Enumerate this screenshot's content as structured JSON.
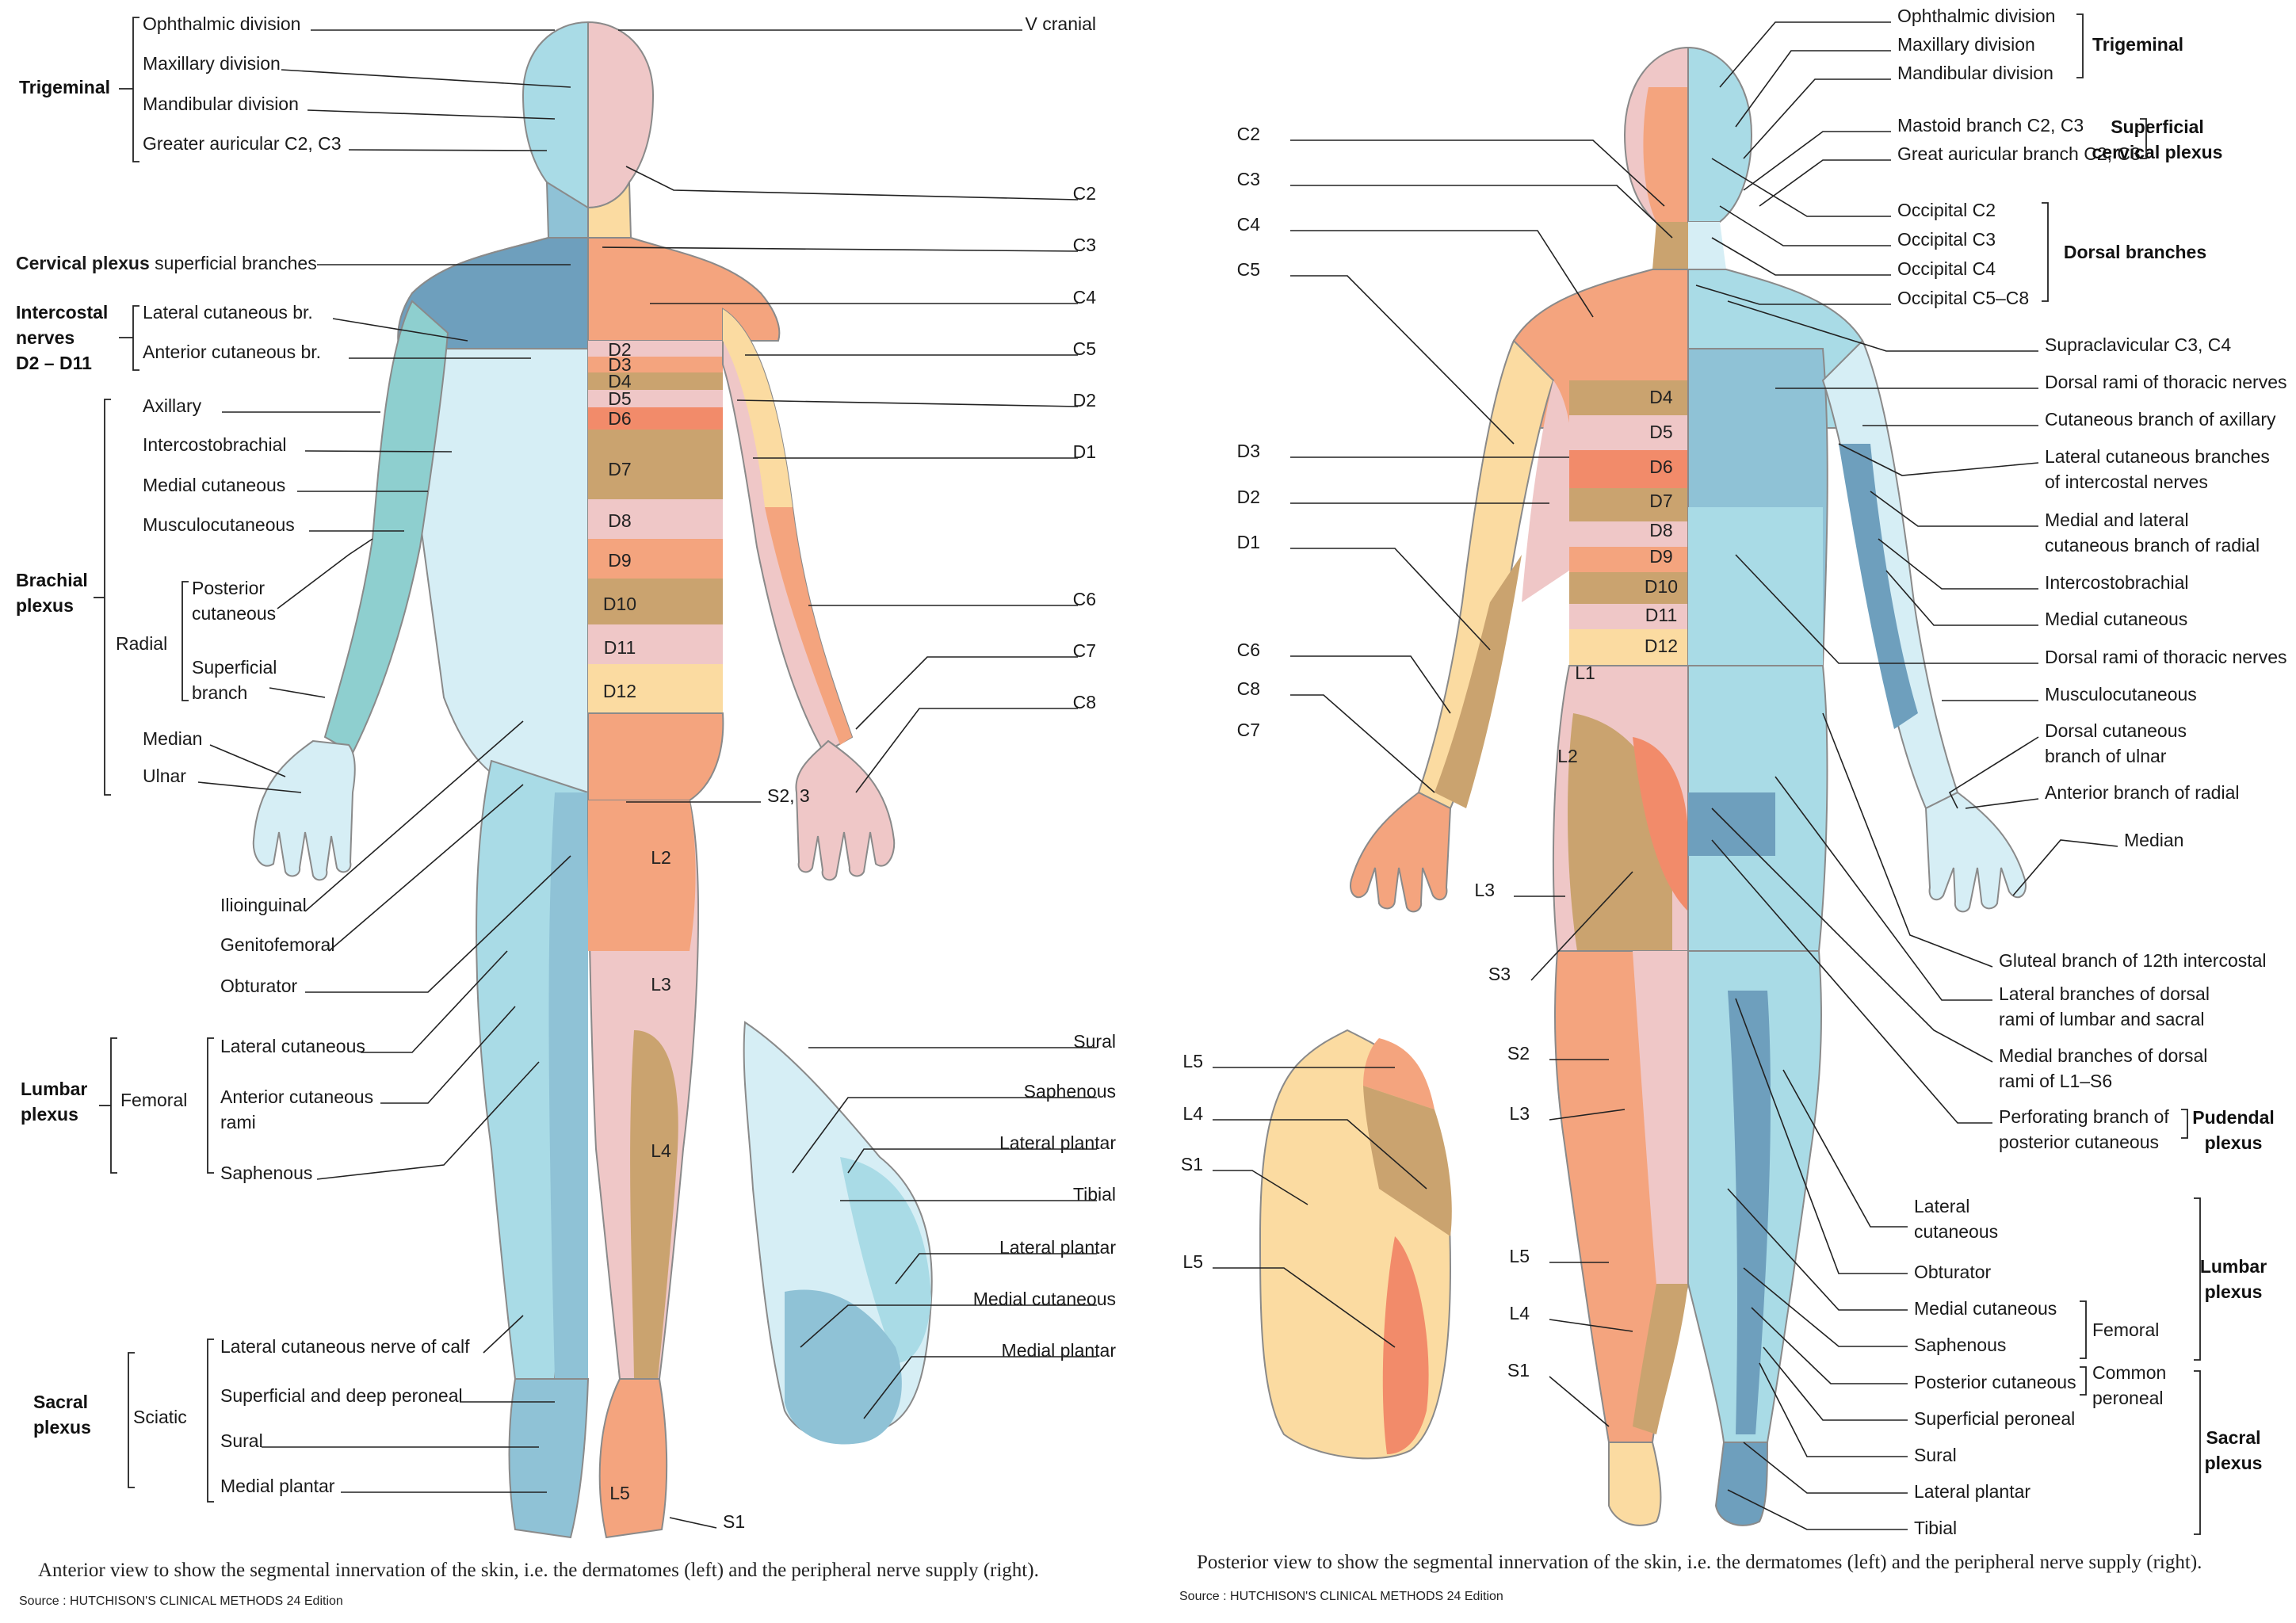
{
  "colors": {
    "dermatome_orange": "#f4a47e",
    "dermatome_pink": "#efc7c7",
    "dermatome_tan": "#caa36f",
    "dermatome_yellow": "#fbdba1",
    "dermatome_salmon": "#f28b6a",
    "nerve_light_blue": "#a9dbe6",
    "nerve_pale_blue": "#d6eef5",
    "nerve_mid_blue": "#8fc2d6",
    "nerve_dark_blue": "#6e9fbd",
    "nerve_teal": "#8ecfcf"
  },
  "anterior": {
    "caption": "Anterior view to show the segmental innervation of the skin, i.e. the dermatomes (left) and the peripheral nerve supply (right).",
    "source": "Source : HUTCHISON'S CLINICAL METHODS 24 Edition",
    "groups": [
      {
        "lines": [
          "Trigeminal"
        ]
      },
      {
        "lines": [
          "Intercostal",
          "nerves",
          "D2 – D11"
        ]
      },
      {
        "lines": [
          "Brachial",
          "plexus"
        ]
      },
      {
        "lines": [
          "Lumbar",
          "plexus"
        ]
      },
      {
        "lines": [
          "Sacral",
          "plexus"
        ]
      }
    ],
    "cervical_plexus": {
      "bold": "Cervical plexus",
      "rest": " superficial branches"
    },
    "subgroups": [
      "Radial",
      "Femoral",
      "Sciatic"
    ],
    "left_labels": [
      {
        "lines": [
          "Ophthalmic division"
        ]
      },
      {
        "lines": [
          "Maxillary division"
        ]
      },
      {
        "lines": [
          "Mandibular division"
        ]
      },
      {
        "lines": [
          "Greater auricular C2, C3"
        ]
      },
      {
        "lines": [
          "Lateral cutaneous br."
        ]
      },
      {
        "lines": [
          "Anterior cutaneous br."
        ]
      },
      {
        "lines": [
          "Axillary"
        ]
      },
      {
        "lines": [
          "Intercostobrachial"
        ]
      },
      {
        "lines": [
          "Medial cutaneous"
        ]
      },
      {
        "lines": [
          "Musculocutaneous"
        ]
      },
      {
        "lines": [
          "Posterior",
          "cutaneous"
        ]
      },
      {
        "lines": [
          "Superficial",
          "branch"
        ]
      },
      {
        "lines": [
          "Median"
        ]
      },
      {
        "lines": [
          "Ulnar"
        ]
      },
      {
        "lines": [
          "Ilioinguinal"
        ]
      },
      {
        "lines": [
          "Genitofemoral"
        ]
      },
      {
        "lines": [
          "Obturator"
        ]
      },
      {
        "lines": [
          "Lateral cutaneous"
        ]
      },
      {
        "lines": [
          "Anterior cutaneous",
          "rami"
        ]
      },
      {
        "lines": [
          "Saphenous"
        ]
      },
      {
        "lines": [
          "Lateral cutaneous nerve of calf"
        ]
      },
      {
        "lines": [
          "Superficial and deep peroneal"
        ]
      },
      {
        "lines": [
          "Sural"
        ]
      },
      {
        "lines": [
          "Medial plantar"
        ]
      }
    ],
    "right_labels": [
      {
        "lines": [
          "V cranial"
        ]
      },
      {
        "lines": [
          "C2"
        ]
      },
      {
        "lines": [
          "C3"
        ]
      },
      {
        "lines": [
          "C4"
        ]
      },
      {
        "lines": [
          "C5"
        ]
      },
      {
        "lines": [
          "D2"
        ]
      },
      {
        "lines": [
          "D1"
        ]
      },
      {
        "lines": [
          "C6"
        ]
      },
      {
        "lines": [
          "C7"
        ]
      },
      {
        "lines": [
          "C8"
        ]
      },
      {
        "lines": [
          "S2, 3"
        ]
      },
      {
        "lines": [
          "S1"
        ]
      }
    ],
    "segments": [
      "D2",
      "D3",
      "D4",
      "D5",
      "D6",
      "D7",
      "D8",
      "D9",
      "D10",
      "D11",
      "D12",
      "L2",
      "L3",
      "L4",
      "L5"
    ],
    "foot_labels": [
      {
        "lines": [
          "Sural"
        ]
      },
      {
        "lines": [
          "Saphenous"
        ]
      },
      {
        "lines": [
          "Lateral plantar"
        ]
      },
      {
        "lines": [
          "Tibial"
        ]
      },
      {
        "lines": [
          "Lateral plantar"
        ]
      },
      {
        "lines": [
          "Medial cutaneous"
        ]
      },
      {
        "lines": [
          "Medial plantar"
        ]
      }
    ]
  },
  "posterior": {
    "caption": "Posterior view to show the segmental innervation of the skin, i.e. the dermatomes (left) and the peripheral nerve supply (right).",
    "source": "Source : HUTCHISON'S CLINICAL METHODS 24 Edition",
    "groups": [
      {
        "lines": [
          "Trigeminal"
        ]
      },
      {
        "lines": [
          "Superficial",
          "cervical plexus"
        ]
      },
      {
        "lines": [
          "Dorsal branches"
        ]
      },
      {
        "lines": [
          "Pudendal",
          "plexus"
        ]
      },
      {
        "lines": [
          "Lumbar",
          "plexus"
        ]
      },
      {
        "lines": [
          "Sacral",
          "plexus"
        ]
      }
    ],
    "subgroups": [
      "Femoral",
      "Common",
      "peroneal"
    ],
    "left_labels": [
      {
        "lines": [
          "C2"
        ]
      },
      {
        "lines": [
          "C3"
        ]
      },
      {
        "lines": [
          "C4"
        ]
      },
      {
        "lines": [
          "C5"
        ]
      },
      {
        "lines": [
          "D3"
        ]
      },
      {
        "lines": [
          "D2"
        ]
      },
      {
        "lines": [
          "D1"
        ]
      },
      {
        "lines": [
          "C6"
        ]
      },
      {
        "lines": [
          "C8"
        ]
      },
      {
        "lines": [
          "C7"
        ]
      },
      {
        "lines": [
          "L3"
        ]
      },
      {
        "lines": [
          "S3"
        ]
      },
      {
        "lines": [
          "S2"
        ]
      },
      {
        "lines": [
          "L3"
        ]
      },
      {
        "lines": [
          "L5"
        ]
      },
      {
        "lines": [
          "L4"
        ]
      },
      {
        "lines": [
          "S1"
        ]
      }
    ],
    "foot_labels": [
      {
        "lines": [
          "L5"
        ]
      },
      {
        "lines": [
          "L4"
        ]
      },
      {
        "lines": [
          "S1"
        ]
      },
      {
        "lines": [
          "L5"
        ]
      }
    ],
    "segments": [
      "D4",
      "D5",
      "D6",
      "D7",
      "D8",
      "D9",
      "D10",
      "D11",
      "D12",
      "L1",
      "L2"
    ],
    "right_labels": [
      {
        "lines": [
          "Ophthalmic division"
        ]
      },
      {
        "lines": [
          "Maxillary division"
        ]
      },
      {
        "lines": [
          "Mandibular division"
        ]
      },
      {
        "lines": [
          "Mastoid branch C2, C3"
        ]
      },
      {
        "lines": [
          "Great auricular branch C2, C3"
        ]
      },
      {
        "lines": [
          "Occipital C2"
        ]
      },
      {
        "lines": [
          "Occipital C3"
        ]
      },
      {
        "lines": [
          "Occipital C4"
        ]
      },
      {
        "lines": [
          "Occipital C5–C8"
        ]
      },
      {
        "lines": [
          "Supraclavicular C3, C4"
        ]
      },
      {
        "lines": [
          "Dorsal rami of thoracic nerves"
        ]
      },
      {
        "lines": [
          "Cutaneous branch of axillary"
        ]
      },
      {
        "lines": [
          "Lateral cutaneous branches",
          "of intercostal nerves"
        ]
      },
      {
        "lines": [
          "Medial and lateral",
          "cutaneous branch of radial"
        ]
      },
      {
        "lines": [
          "Intercostobrachial"
        ]
      },
      {
        "lines": [
          "Medial cutaneous"
        ]
      },
      {
        "lines": [
          "Dorsal rami of thoracic nerves"
        ]
      },
      {
        "lines": [
          "Musculocutaneous"
        ]
      },
      {
        "lines": [
          "Dorsal cutaneous",
          "branch of ulnar"
        ]
      },
      {
        "lines": [
          "Anterior branch of radial"
        ]
      },
      {
        "lines": [
          "Median"
        ]
      },
      {
        "lines": [
          "Gluteal branch of 12th intercostal"
        ]
      },
      {
        "lines": [
          "Lateral branches of dorsal",
          "rami of lumbar and sacral"
        ]
      },
      {
        "lines": [
          "Medial branches of dorsal",
          "rami of L1–S6"
        ]
      },
      {
        "lines": [
          "Perforating branch of",
          "posterior cutaneous"
        ]
      },
      {
        "lines": [
          "Lateral",
          "cutaneous"
        ]
      },
      {
        "lines": [
          "Obturator"
        ]
      },
      {
        "lines": [
          "Medial cutaneous"
        ]
      },
      {
        "lines": [
          "Saphenous"
        ]
      },
      {
        "lines": [
          "Posterior cutaneous"
        ]
      },
      {
        "lines": [
          "Superficial peroneal"
        ]
      },
      {
        "lines": [
          "Sural"
        ]
      },
      {
        "lines": [
          "Lateral plantar"
        ]
      },
      {
        "lines": [
          "Tibial"
        ]
      }
    ]
  }
}
